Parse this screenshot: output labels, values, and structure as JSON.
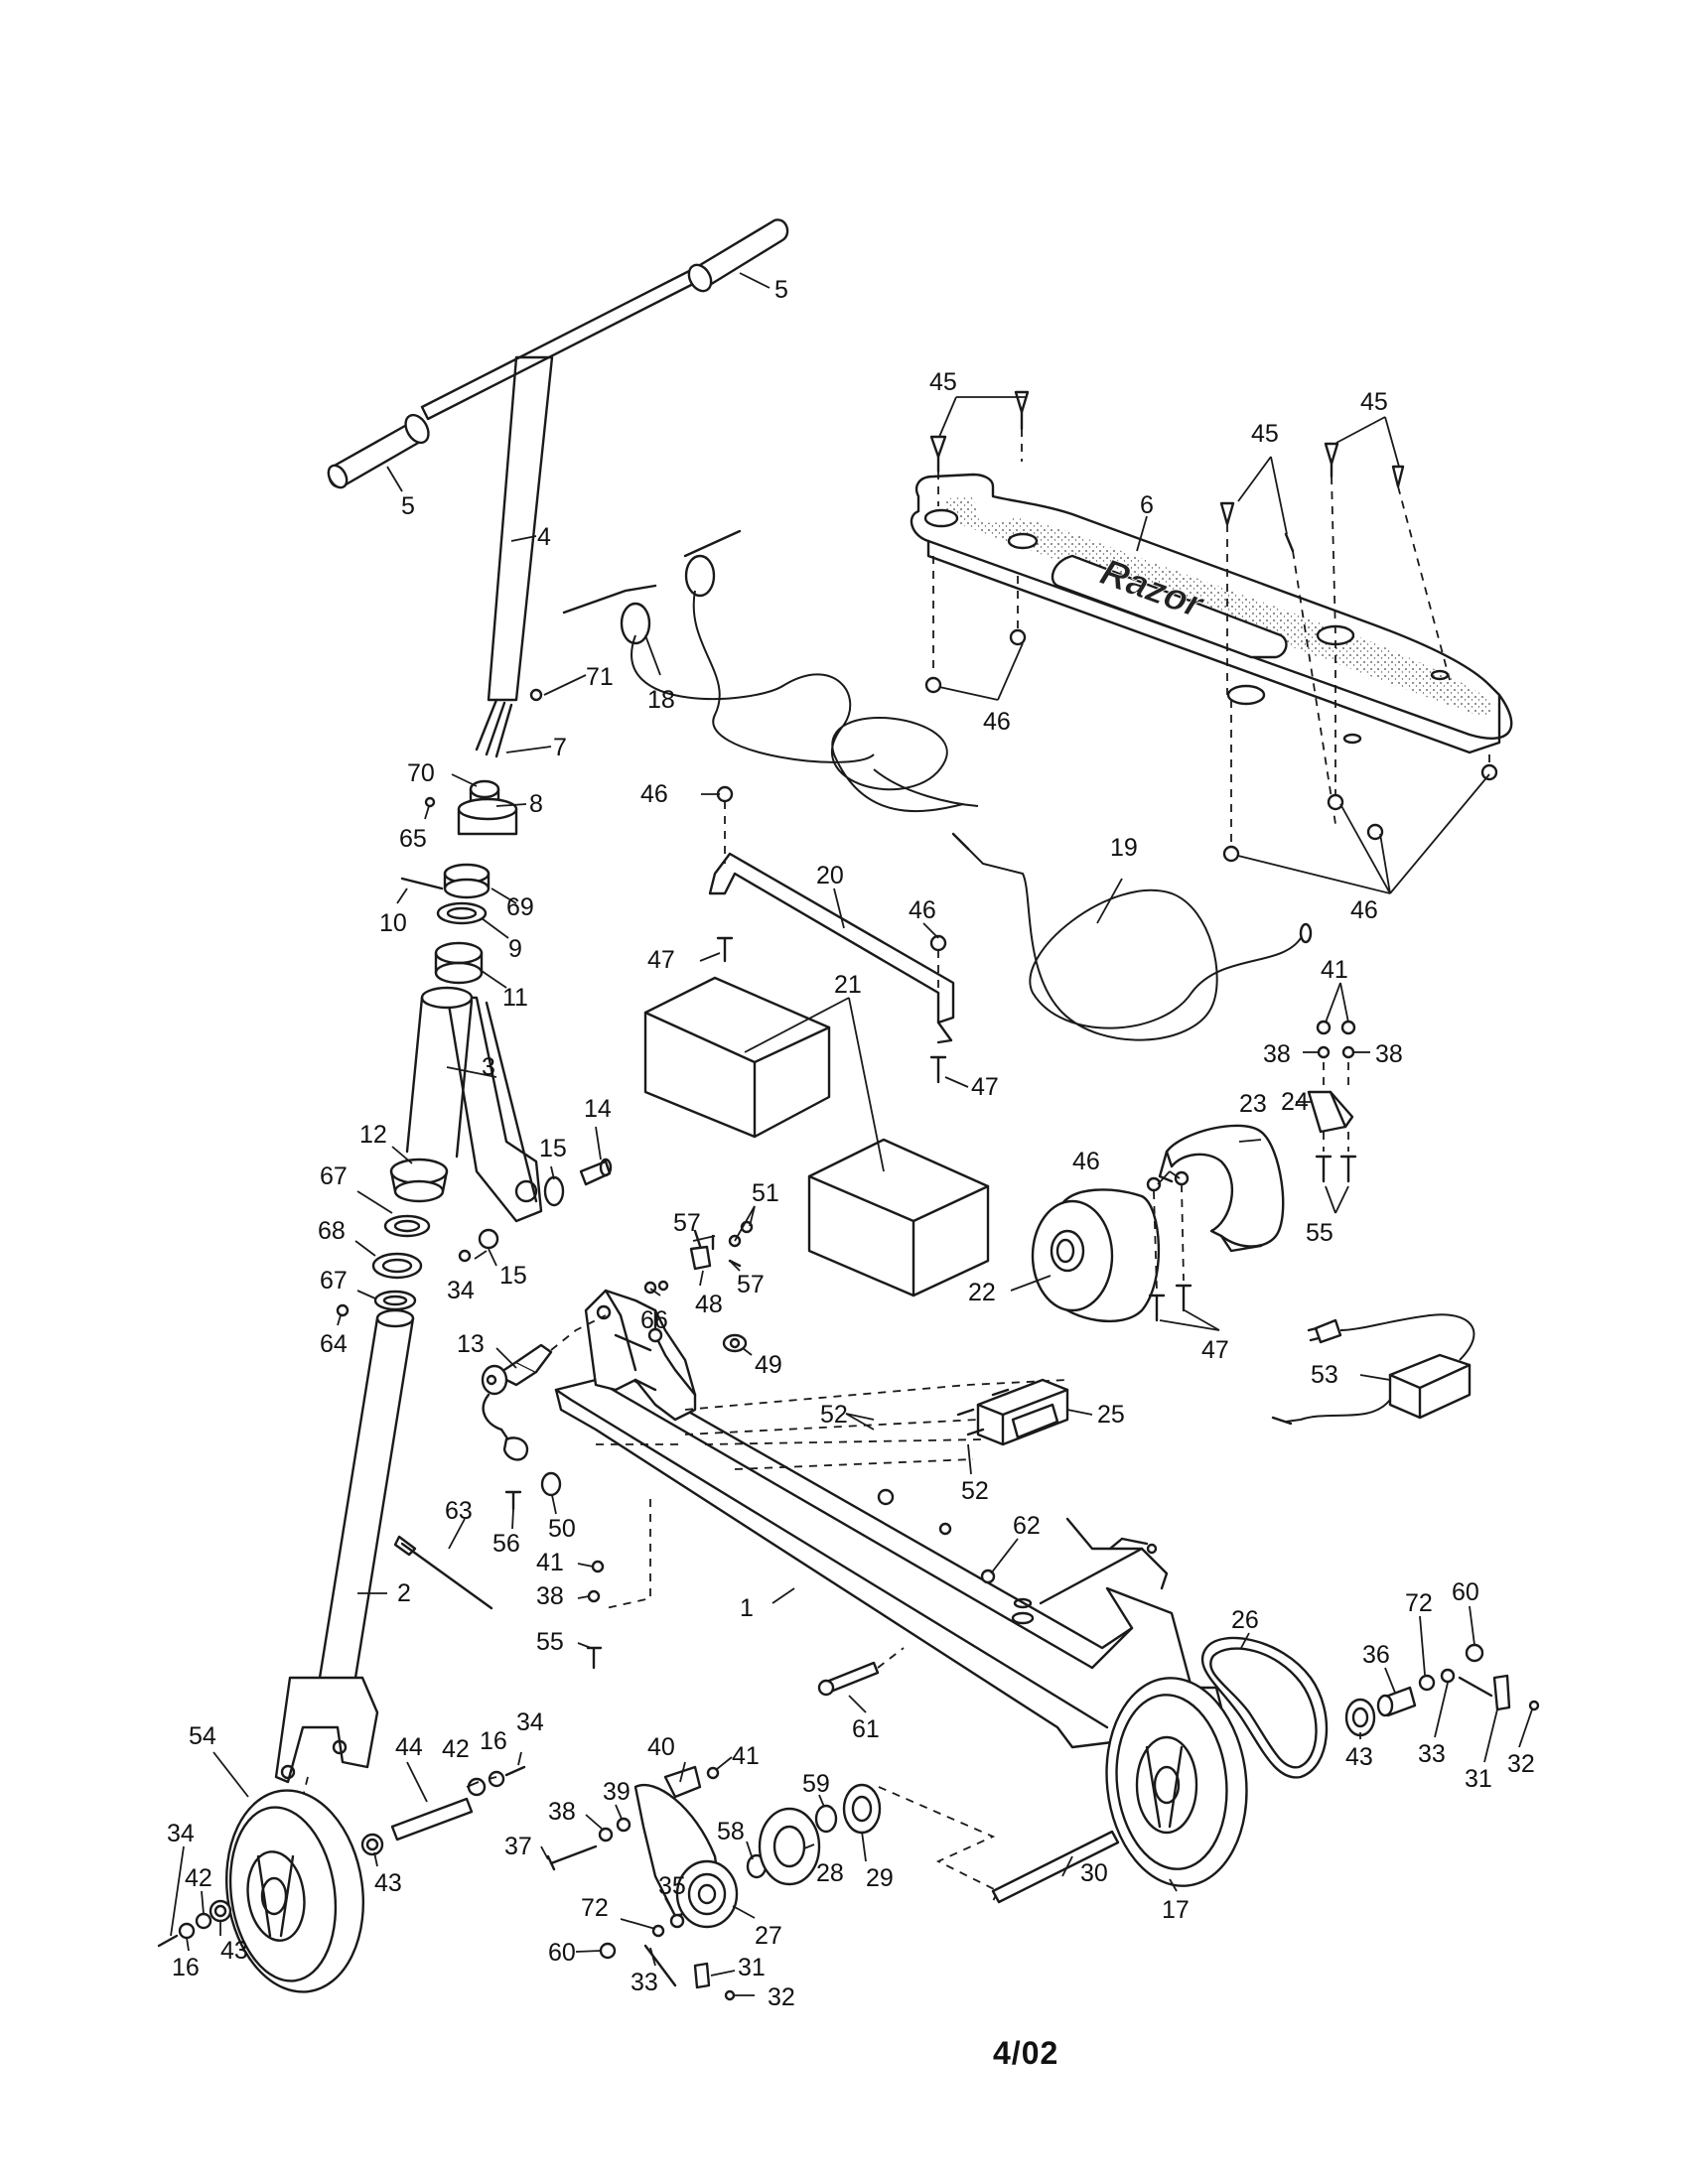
{
  "footer": {
    "date_code": "4/02"
  },
  "deck": {
    "logo_text": "Razor"
  },
  "callouts": [
    {
      "id": "c5a",
      "text": "5"
    },
    {
      "id": "c5b",
      "text": "5"
    },
    {
      "id": "c4",
      "text": "4"
    },
    {
      "id": "c71",
      "text": "71"
    },
    {
      "id": "c7",
      "text": "7"
    },
    {
      "id": "c70",
      "text": "70"
    },
    {
      "id": "c8",
      "text": "8"
    },
    {
      "id": "c65",
      "text": "65"
    },
    {
      "id": "c69",
      "text": "69"
    },
    {
      "id": "c10",
      "text": "10"
    },
    {
      "id": "c9",
      "text": "9"
    },
    {
      "id": "c11",
      "text": "11"
    },
    {
      "id": "c3",
      "text": "3"
    },
    {
      "id": "c12",
      "text": "12"
    },
    {
      "id": "c15a",
      "text": "15"
    },
    {
      "id": "c14",
      "text": "14"
    },
    {
      "id": "c67a",
      "text": "67"
    },
    {
      "id": "c68",
      "text": "68"
    },
    {
      "id": "c67b",
      "text": "67"
    },
    {
      "id": "c34a",
      "text": "34"
    },
    {
      "id": "c15b",
      "text": "15"
    },
    {
      "id": "c64",
      "text": "64"
    },
    {
      "id": "c13",
      "text": "13"
    },
    {
      "id": "c63",
      "text": "63"
    },
    {
      "id": "c2",
      "text": "2"
    },
    {
      "id": "c56",
      "text": "56"
    },
    {
      "id": "c50",
      "text": "50"
    },
    {
      "id": "c41a",
      "text": "41"
    },
    {
      "id": "c38a",
      "text": "38"
    },
    {
      "id": "c55a",
      "text": "55"
    },
    {
      "id": "c54",
      "text": "54"
    },
    {
      "id": "c44",
      "text": "44"
    },
    {
      "id": "c42a",
      "text": "42"
    },
    {
      "id": "c16a",
      "text": "16"
    },
    {
      "id": "c34b",
      "text": "34"
    },
    {
      "id": "c43a",
      "text": "43"
    },
    {
      "id": "c34c",
      "text": "34"
    },
    {
      "id": "c42b",
      "text": "42"
    },
    {
      "id": "c43b",
      "text": "43"
    },
    {
      "id": "c16b",
      "text": "16"
    },
    {
      "id": "c18",
      "text": "18"
    },
    {
      "id": "c46a",
      "text": "46"
    },
    {
      "id": "c20",
      "text": "20"
    },
    {
      "id": "c46b",
      "text": "46"
    },
    {
      "id": "c47a",
      "text": "47"
    },
    {
      "id": "c21",
      "text": "21"
    },
    {
      "id": "c47b",
      "text": "47"
    },
    {
      "id": "c57a",
      "text": "57"
    },
    {
      "id": "c51",
      "text": "51"
    },
    {
      "id": "c57b",
      "text": "57"
    },
    {
      "id": "c48",
      "text": "48"
    },
    {
      "id": "c66",
      "text": "66"
    },
    {
      "id": "c49",
      "text": "49"
    },
    {
      "id": "c52a",
      "text": "52"
    },
    {
      "id": "c52b",
      "text": "52"
    },
    {
      "id": "c1",
      "text": "1"
    },
    {
      "id": "c62",
      "text": "62"
    },
    {
      "id": "c61",
      "text": "61"
    },
    {
      "id": "c40",
      "text": "40"
    },
    {
      "id": "c41b",
      "text": "41"
    },
    {
      "id": "c39",
      "text": "39"
    },
    {
      "id": "c38b",
      "text": "38"
    },
    {
      "id": "c37",
      "text": "37"
    },
    {
      "id": "c58",
      "text": "58"
    },
    {
      "id": "c59",
      "text": "59"
    },
    {
      "id": "c29",
      "text": "29"
    },
    {
      "id": "c28",
      "text": "28"
    },
    {
      "id": "c35",
      "text": "35"
    },
    {
      "id": "c27",
      "text": "27"
    },
    {
      "id": "c72a",
      "text": "72"
    },
    {
      "id": "c60a",
      "text": "60"
    },
    {
      "id": "c33a",
      "text": "33"
    },
    {
      "id": "c31a",
      "text": "31"
    },
    {
      "id": "c32a",
      "text": "32"
    },
    {
      "id": "c30",
      "text": "30"
    },
    {
      "id": "c45a",
      "text": "45"
    },
    {
      "id": "c45b",
      "text": "45"
    },
    {
      "id": "c45c",
      "text": "45"
    },
    {
      "id": "c6",
      "text": "6"
    },
    {
      "id": "c46c",
      "text": "46"
    },
    {
      "id": "c46d",
      "text": "46"
    },
    {
      "id": "c19",
      "text": "19"
    },
    {
      "id": "c41c",
      "text": "41"
    },
    {
      "id": "c38c",
      "text": "38"
    },
    {
      "id": "c38d",
      "text": "38"
    },
    {
      "id": "c24",
      "text": "24"
    },
    {
      "id": "c46e",
      "text": "46"
    },
    {
      "id": "c23",
      "text": "23"
    },
    {
      "id": "c55b",
      "text": "55"
    },
    {
      "id": "c22",
      "text": "22"
    },
    {
      "id": "c47c",
      "text": "47"
    },
    {
      "id": "c53",
      "text": "53"
    },
    {
      "id": "c25",
      "text": "25"
    },
    {
      "id": "c26",
      "text": "26"
    },
    {
      "id": "c72b",
      "text": "72"
    },
    {
      "id": "c60b",
      "text": "60"
    },
    {
      "id": "c36",
      "text": "36"
    },
    {
      "id": "c43c",
      "text": "43"
    },
    {
      "id": "c33b",
      "text": "33"
    },
    {
      "id": "c31b",
      "text": "31"
    },
    {
      "id": "c32b",
      "text": "32"
    },
    {
      "id": "c17",
      "text": "17"
    }
  ]
}
